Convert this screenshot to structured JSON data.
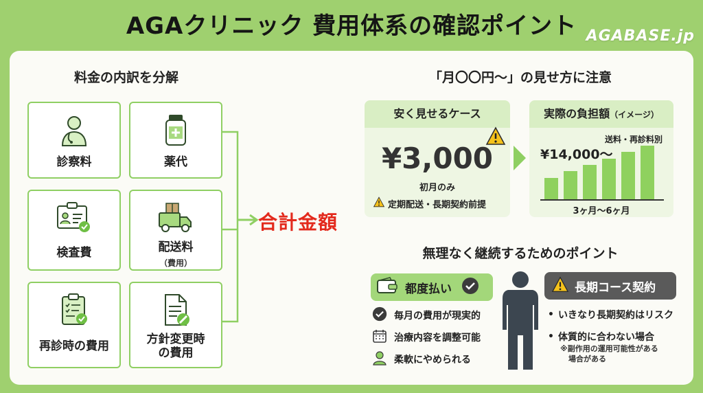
{
  "header": {
    "title": "AGAクリニック 費用体系の確認ポイント",
    "brand": "AGABASE.jp"
  },
  "breakdown": {
    "heading": "料金の内訳を分解",
    "items": [
      {
        "label": "診察料",
        "icon": "doctor-icon"
      },
      {
        "label": "薬代",
        "icon": "medicine-bottle-icon"
      },
      {
        "label": "検査費",
        "icon": "id-card-check-icon"
      },
      {
        "label": "配送料",
        "sub": "（費用）",
        "icon": "delivery-truck-icon"
      },
      {
        "label": "再診時の費用",
        "icon": "clipboard-check-icon"
      },
      {
        "label": "方針変更時\nの費用",
        "icon": "document-edit-icon"
      }
    ],
    "total_label": "合計金額"
  },
  "caution": {
    "heading": "「月〇〇円〜」の見せ方に注意",
    "cheap": {
      "header": "安く見せるケース",
      "price": "¥3,000",
      "note": "初月のみ",
      "warning": "定期配送・長期契約前提"
    },
    "actual": {
      "header": "実際の負担額",
      "header_sub": "（イメージ）",
      "shipping_note": "送料・再診料別",
      "price": "¥14,000〜",
      "period": "3ヶ月〜6ヶ月"
    }
  },
  "chart_data": {
    "type": "bar",
    "values": [
      1,
      2,
      3,
      4,
      5,
      6
    ]
  },
  "tips": {
    "heading": "無理なく継続するためのポイント",
    "pay_per_visit": {
      "label": "都度払い",
      "items": [
        {
          "text": "毎月の費用が現実的",
          "icon": "check-circle-icon"
        },
        {
          "text": "治療内容を調整可能",
          "icon": "calendar-icon"
        },
        {
          "text": "柔軟にやめられる",
          "icon": "person-icon"
        }
      ]
    },
    "long_term": {
      "label": "長期コース契約",
      "items": [
        {
          "text": "いきなり長期契約はリスク"
        },
        {
          "text": "体質的に合わない場合"
        }
      ],
      "footnote_1": "※副作用の運用可能性がある",
      "footnote_2": "場合がある"
    }
  },
  "colors": {
    "background": "#9fd06f",
    "accent_green": "#8fcf63",
    "total_red": "#e32a1d",
    "dark_chip": "#5a5a5a"
  }
}
